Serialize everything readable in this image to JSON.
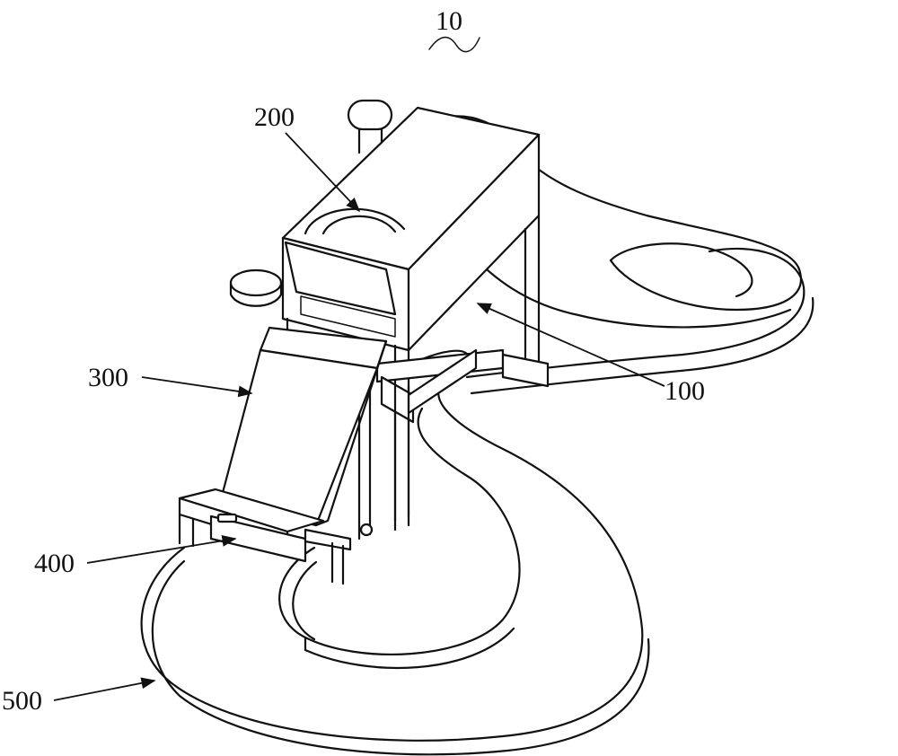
{
  "figure": {
    "title_ref": "10",
    "labels": {
      "apparatus": "100",
      "bin": "200",
      "chute": "300",
      "collector": "400",
      "track": "500"
    }
  },
  "colors": {
    "line": "#111111",
    "background": "#ffffff"
  }
}
